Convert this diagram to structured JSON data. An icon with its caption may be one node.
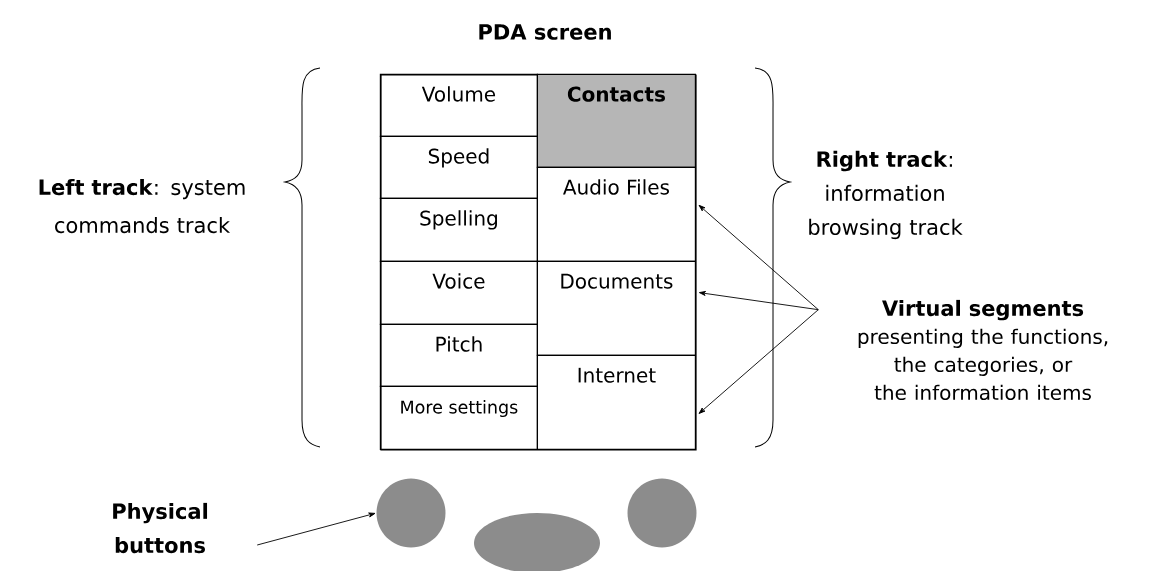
{
  "diagram": {
    "nodes": [
      {
        "text": [
          "PDA screen"
        ]
      },
      {
        "text": [
          "Volume"
        ],
        "in": 0
      },
      {
        "text": [
          "Speed"
        ],
        "in": 0
      },
      {
        "text": [
          "Spelling"
        ],
        "in": 0
      },
      {
        "text": [
          "Voice"
        ],
        "in": 0
      },
      {
        "text": [
          "Pitch"
        ],
        "in": 0
      },
      {
        "text": [
          "More settings"
        ],
        "in": 0
      },
      {
        "text": [
          "Contacts"
        ],
        "in": 0
      },
      {
        "text": [
          "Audio Files"
        ],
        "in": 0
      },
      {
        "text": [
          "Documents"
        ],
        "in": 0
      },
      {
        "text": [
          "Internet"
        ],
        "in": 0
      },
      {
        "text": [
          "Virtual segments",
          "presenting the functions, the categories, or the information items"
        ]
      },
      {
        "text": [
          "Physical buttons"
        ]
      },
      {
        "text": [],
        "shape": "circle"
      },
      {
        "text": [],
        "shape": "ellipse"
      },
      {
        "text": [],
        "shape": "circle"
      }
    ],
    "edges": [
      {
        "from": 11,
        "to": 8,
        "arrow": "to"
      },
      {
        "from": 11,
        "to": 9,
        "arrow": "to"
      },
      {
        "from": 11,
        "to": 10,
        "arrow": "to"
      },
      {
        "from": 12,
        "to": 13,
        "arrow": "to"
      }
    ],
    "labels": [
      "**Left track**: system commands track",
      "**Right track**: information browsing track"
    ]
  }
}
